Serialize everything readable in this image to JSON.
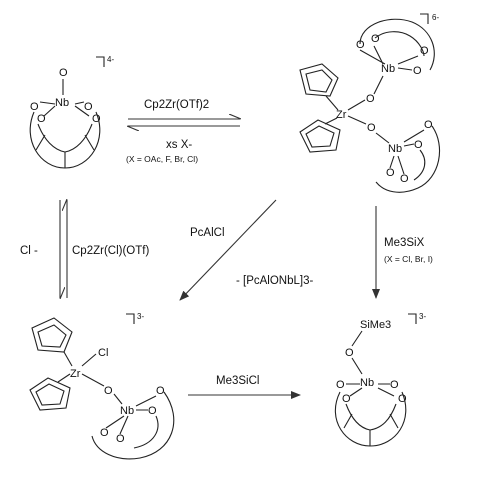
{
  "compounds": {
    "nb_oxo": {
      "metal": "Nb",
      "oxygen": "O",
      "charge": "4-"
    },
    "zr_bis_nb": {
      "zr": "Zr",
      "nb": "Nb",
      "oxygen": "O",
      "charge": "6-"
    },
    "zr_cl_nb": {
      "zr": "Zr",
      "nb": "Nb",
      "cl": "Cl",
      "oxygen": "O",
      "charge": "3-"
    },
    "nb_osime3": {
      "nb": "Nb",
      "sime3": "SiMe3",
      "oxygen": "O",
      "charge": "3-"
    }
  },
  "reagents": {
    "top_forward": "Cp2Zr(OTf)2",
    "top_reverse": "xs X-",
    "top_reverse_note": "(X = OAc, F, Br, Cl)",
    "left_down": "Cp2Zr(Cl)(OTf)",
    "left_up": "Cl -",
    "diag_reagent": "PcAlCl",
    "diag_byproduct": "- [PcAlONbL]3-",
    "right_down": "Me3SiX",
    "right_down_note": "(X = Cl, Br, I)",
    "bottom": "Me3SiCl"
  }
}
